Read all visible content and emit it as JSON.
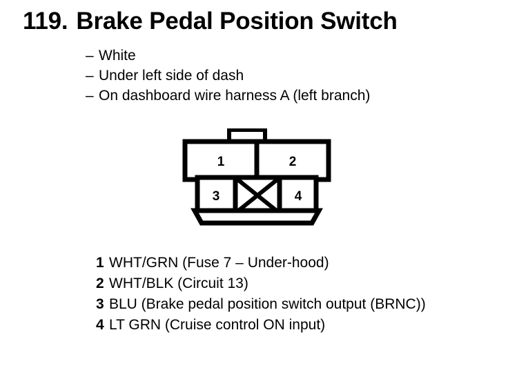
{
  "page": {
    "background_color": "#ffffff",
    "text_color": "#000000"
  },
  "title": {
    "number": "119.",
    "text": "Brake Pedal Position Switch",
    "full": "119.  Brake Pedal Position Switch"
  },
  "bullets": [
    {
      "dash": "–",
      "text": "White"
    },
    {
      "dash": "–",
      "text": "Under left side of dash"
    },
    {
      "dash": "–",
      "text": "On dashboard wire harness A (left branch)"
    }
  ],
  "connector": {
    "name": "4-pin connector outline",
    "stroke_color": "#000000",
    "fill_color": "#ffffff",
    "top_row": [
      {
        "pin": "1"
      },
      {
        "pin": "2"
      }
    ],
    "bottom_row": [
      {
        "pin": "3"
      },
      {
        "pin": "blank",
        "marker": "x-cross"
      },
      {
        "pin": "4"
      }
    ],
    "pin_labels": {
      "p1": "1",
      "p2": "2",
      "p3": "3",
      "p4": "4"
    }
  },
  "pin_legend": [
    {
      "num": "1",
      "text": "WHT/GRN (Fuse 7 – Under-hood)"
    },
    {
      "num": "2",
      "text": "WHT/BLK (Circuit 13)"
    },
    {
      "num": "3",
      "text": "BLU (Brake pedal position switch output (BRNC))"
    },
    {
      "num": "4",
      "text": "LT GRN (Cruise control ON input)"
    }
  ]
}
